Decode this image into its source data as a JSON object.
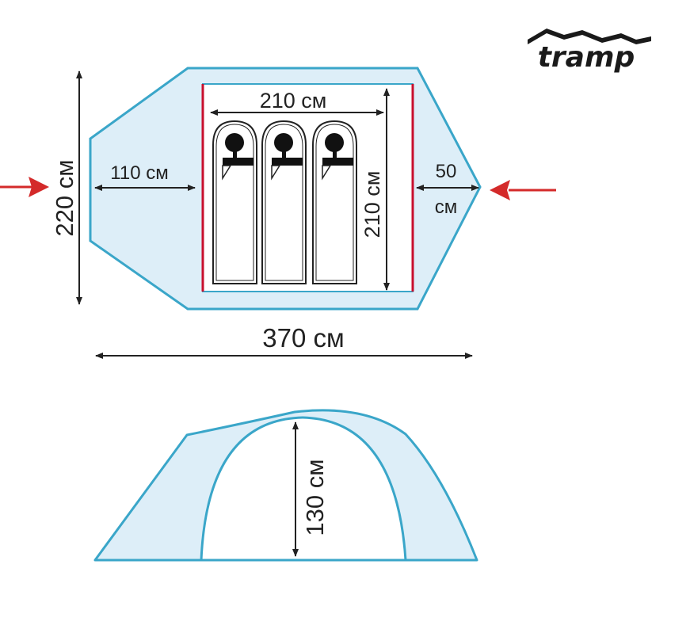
{
  "brand": {
    "logo_text": "tramp"
  },
  "top_view": {
    "total_width": "220 см",
    "total_length": "370 см",
    "inner_length": "210 см",
    "inner_width": "210 см",
    "vestibule_front": "110 см",
    "vestibule_back_value": "50",
    "vestibule_back_unit": "см"
  },
  "side_view": {
    "height": "130 см"
  },
  "colors": {
    "outline": "#3aa6c9",
    "fill": "#ddeef8",
    "inner_wall": "#c8102e",
    "arrow": "#d42a2a",
    "line": "#222222"
  },
  "icons": [
    "sleeping-bag-icon",
    "sleeping-bag-icon",
    "sleeping-bag-icon",
    "entrance-arrow-icon",
    "entrance-arrow-icon",
    "mountain-logo-icon"
  ]
}
